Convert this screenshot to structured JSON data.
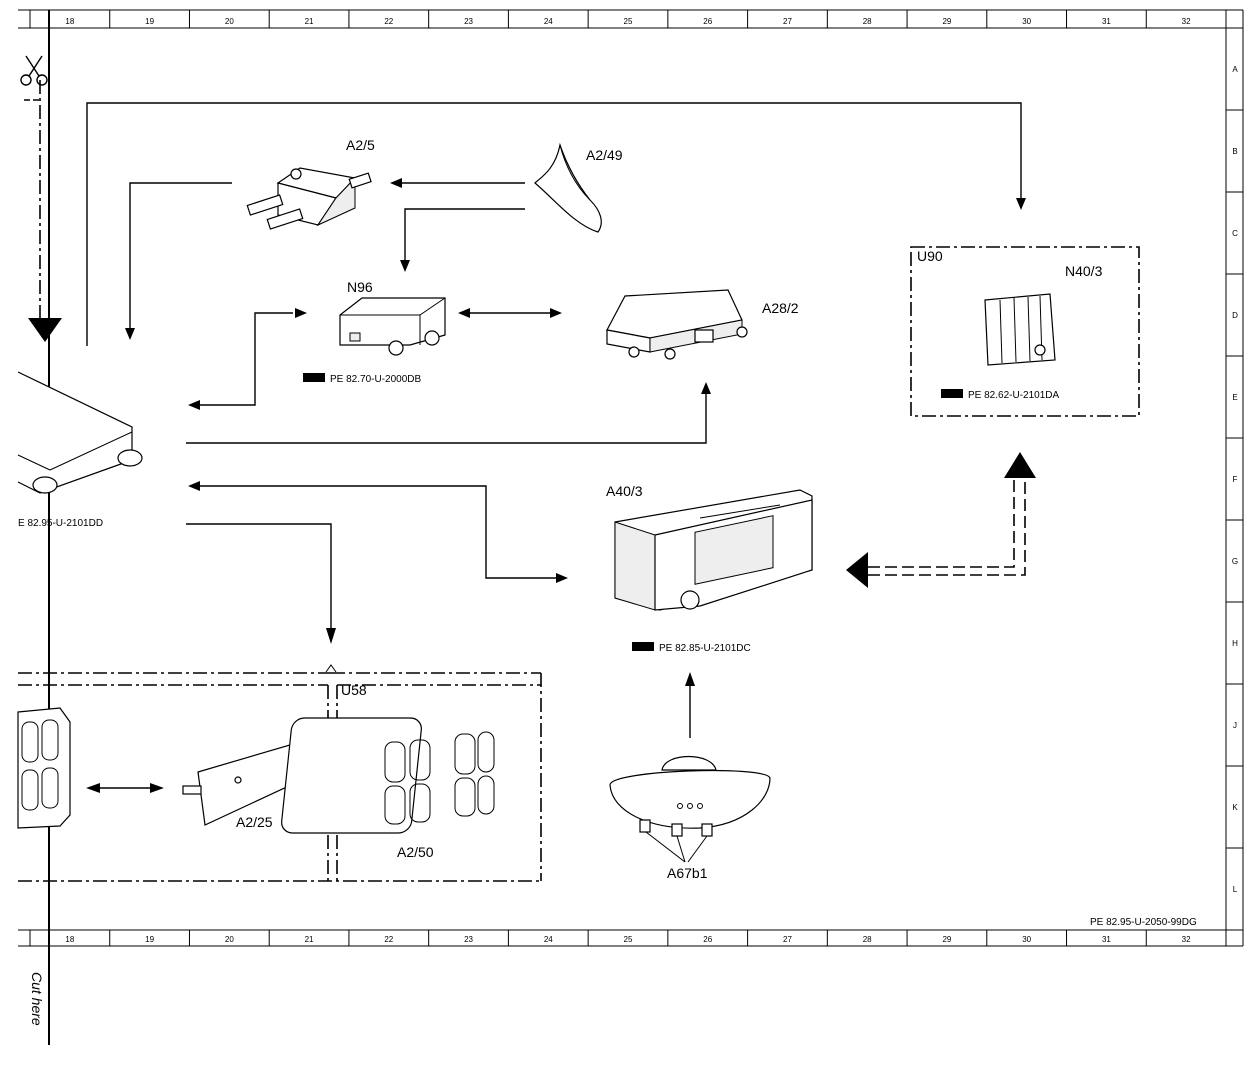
{
  "grid": {
    "columns": [
      "18",
      "19",
      "20",
      "21",
      "22",
      "23",
      "24",
      "25",
      "26",
      "27",
      "28",
      "29",
      "30",
      "31",
      "32"
    ],
    "rows": [
      "A",
      "B",
      "C",
      "D",
      "E",
      "F",
      "G",
      "H",
      "J",
      "K",
      "L"
    ]
  },
  "components": {
    "a2_5": "A2/5",
    "a2_49": "A2/49",
    "n96": "N96",
    "a28_2": "A28/2",
    "u90": "U90",
    "n40_3": "N40/3",
    "a40_3": "A40/3",
    "u58": "U58",
    "a2_25": "A2/25",
    "a2_50": "A2/50",
    "a67b1": "A67b1"
  },
  "references": {
    "n96_ref": "PE 82.70-U-2000DB",
    "n40_3_ref": "PE 82.62-U-2101DA",
    "left_ref": "E 82.95-U-2101DD",
    "a40_3_ref": "PE 82.85-U-2101DC",
    "sheet_ref": "PE 82.95-U-2050-99DG"
  },
  "cut_text": "Cut here"
}
